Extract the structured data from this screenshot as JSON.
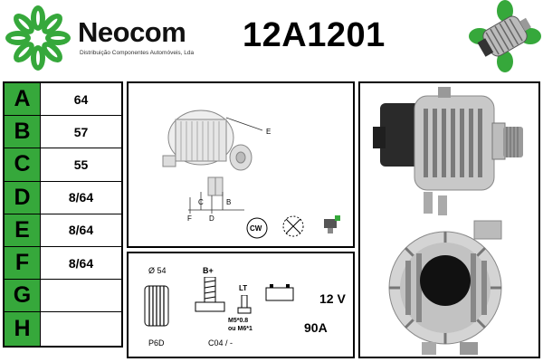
{
  "header": {
    "brand": "Neocom",
    "tagline": "Distribuição Componentes Automóveis, Lda",
    "part_number": "12A1201"
  },
  "spec_rows": [
    {
      "letter": "A",
      "value": "64"
    },
    {
      "letter": "B",
      "value": "57"
    },
    {
      "letter": "C",
      "value": "55"
    },
    {
      "letter": "D",
      "value": "8/64"
    },
    {
      "letter": "E",
      "value": "8/64"
    },
    {
      "letter": "F",
      "value": "8/64"
    },
    {
      "letter": "G",
      "value": ""
    },
    {
      "letter": "H",
      "value": ""
    }
  ],
  "diagram": {
    "callouts": [
      "E",
      "C",
      "B",
      "F",
      "D"
    ],
    "rotation": "CW"
  },
  "specs": {
    "pulley_diameter": "Ø 54",
    "pulley_label": "P6D",
    "terminal_b": "B+",
    "terminal_lt": "LT",
    "bolt_sizes": "M5*0.8\nou M6*1",
    "connector_code": "C04 / -",
    "voltage": "12 V",
    "amperage": "90A"
  },
  "colors": {
    "brand_green": "#36a83b"
  }
}
